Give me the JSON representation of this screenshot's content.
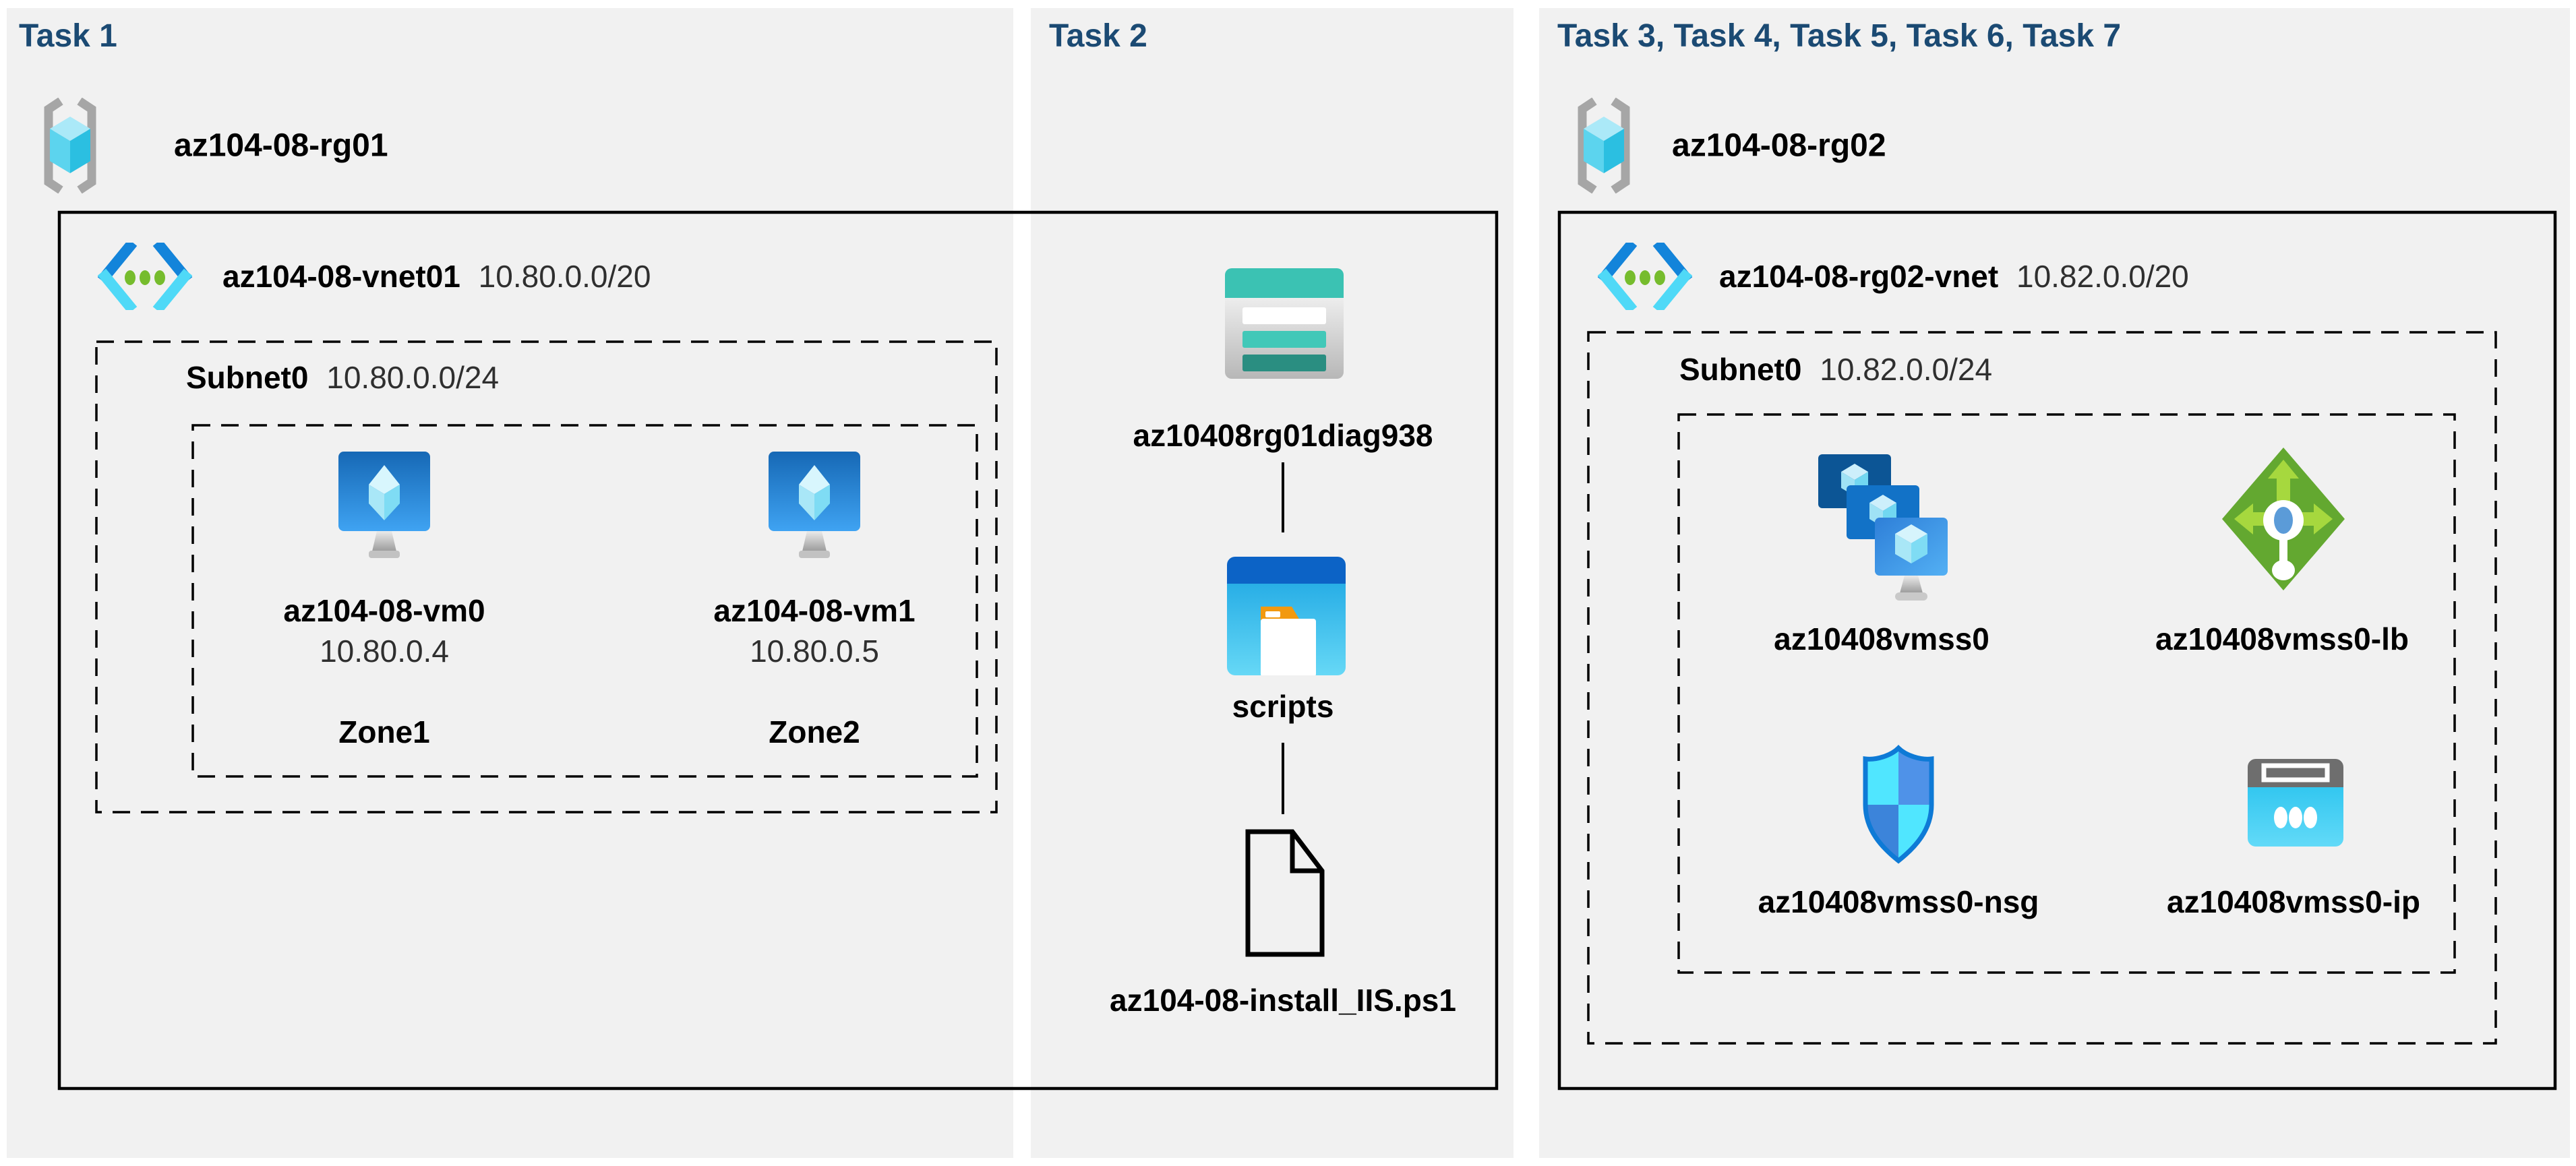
{
  "diagram": {
    "task1": {
      "title": "Task 1",
      "resource_group": "az104-08-rg01",
      "vnet": {
        "name": "az104-08-vnet01",
        "cidr": "10.80.0.0/20"
      },
      "subnet": {
        "name": "Subnet0",
        "cidr": "10.80.0.0/24"
      },
      "vms": [
        {
          "name": "az104-08-vm0",
          "ip": "10.80.0.4",
          "zone": "Zone1"
        },
        {
          "name": "az104-08-vm1",
          "ip": "10.80.0.5",
          "zone": "Zone2"
        }
      ]
    },
    "task2": {
      "title": "Task 2",
      "storage_account": "az10408rg01diag938",
      "container": "scripts",
      "script_file": "az104-08-install_IIS.ps1"
    },
    "task3": {
      "title": "Task 3, Task 4, Task 5, Task 6, Task 7",
      "resource_group": "az104-08-rg02",
      "vnet": {
        "name": "az104-08-rg02-vnet",
        "cidr": "10.82.0.0/20"
      },
      "subnet": {
        "name": "Subnet0",
        "cidr": "10.82.0.0/24"
      },
      "vmss": "az10408vmss0",
      "load_balancer": "az10408vmss0-lb",
      "nsg": "az10408vmss0-nsg",
      "public_ip": "az10408vmss0-ip"
    },
    "colors": {
      "header": "#1b4a73",
      "panel": "#f1f1f1",
      "border": "#000000",
      "vnet_blue": "#1384da",
      "vnet_cyan": "#4fd9f7",
      "dot_green": "#76bc2d",
      "lb_green": "#63a830",
      "storage_teal": "#3bc2b3",
      "folder_orange": "#f2990f",
      "shield_light": "#50e6ff",
      "shield_blue": "#4f92e8"
    }
  }
}
